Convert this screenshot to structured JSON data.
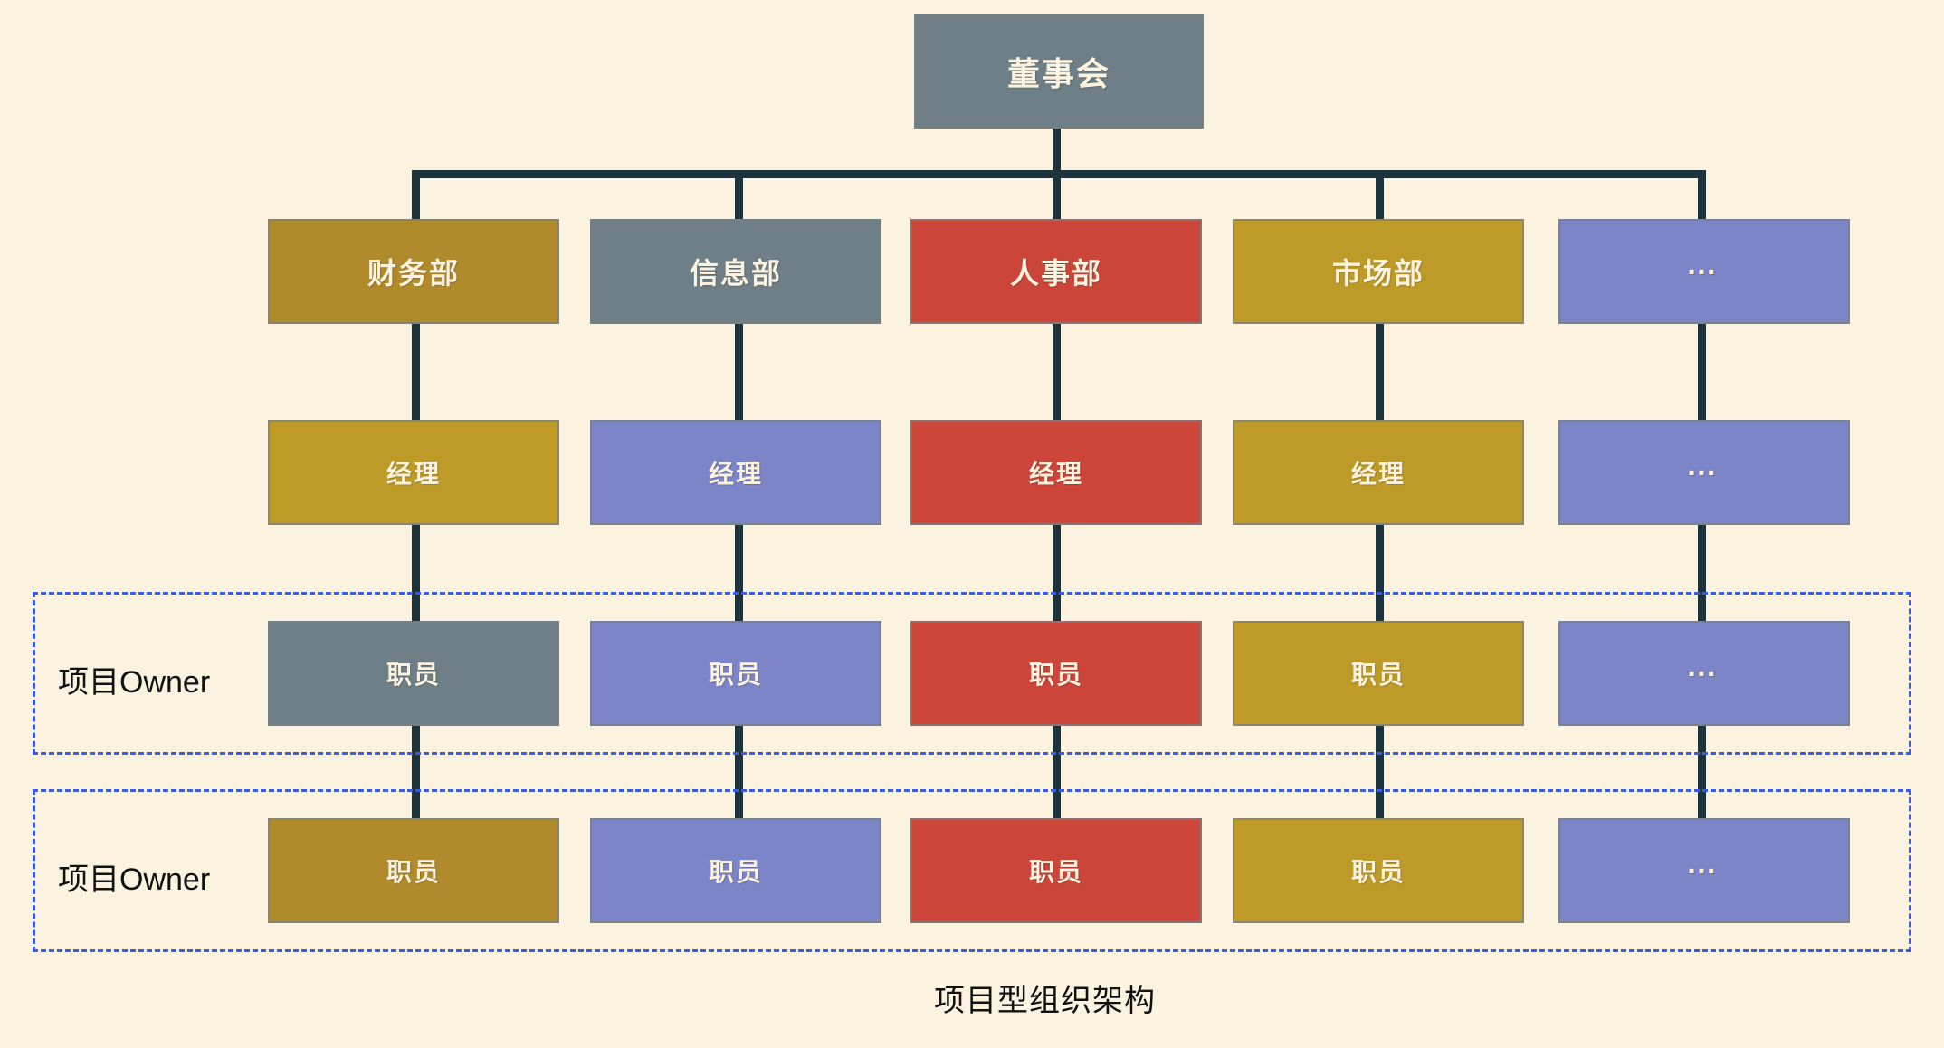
{
  "diagram": {
    "caption": "项目型组织架构",
    "background_color": "#FBF3E0",
    "connector_color": "#1C333B",
    "group_border_color": "#3B5BE0",
    "palette": {
      "gold": "#B18A2C",
      "gold_light": "#BE9A28",
      "slate": "#6E7F87",
      "red": "#CC4539",
      "periwinkle": "#7C85C8"
    },
    "root": {
      "label": "董事会",
      "color": "#6E7F87"
    },
    "columns": [
      {
        "department": "财务部",
        "manager": "经理",
        "staff_top": "职员",
        "staff_bottom": "职员"
      },
      {
        "department": "信息部",
        "manager": "经理",
        "staff_top": "职员",
        "staff_bottom": "职员"
      },
      {
        "department": "人事部",
        "manager": "经理",
        "staff_top": "职员",
        "staff_bottom": "职员"
      },
      {
        "department": "市场部",
        "manager": "经理",
        "staff_top": "职员",
        "staff_bottom": "职员"
      },
      {
        "department": "…",
        "manager": "…",
        "staff_top": "…",
        "staff_bottom": "…"
      }
    ],
    "rows": [
      {
        "name": "department-row",
        "labels": [
          "财务部",
          "信息部",
          "人事部",
          "市场部",
          "…"
        ]
      },
      {
        "name": "manager-row",
        "labels": [
          "经理",
          "经理",
          "经理",
          "经理",
          "…"
        ]
      },
      {
        "name": "staff-row-1",
        "labels": [
          "职员",
          "职员",
          "职员",
          "职员",
          "…"
        ]
      },
      {
        "name": "staff-row-2",
        "labels": [
          "职员",
          "职员",
          "职员",
          "职员",
          "…"
        ]
      }
    ],
    "project_groups": [
      {
        "label": "项目Owner"
      },
      {
        "label": "项目Owner"
      }
    ]
  }
}
